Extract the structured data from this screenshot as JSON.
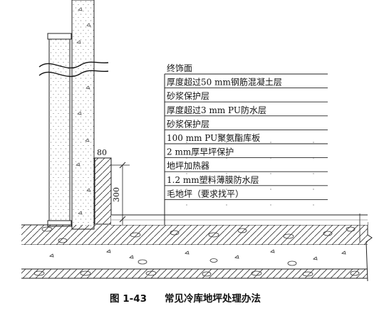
{
  "layers": [
    "终饰面",
    "厚度超过50 mm钢筋混凝土层",
    "砂浆保护层",
    "厚度超过3 mm PU防水层",
    "砂浆保护层",
    "100 mm PU聚氨酯库板",
    "2 mm厚早坪保护",
    "地坪加热器",
    "1.2 mm塑料薄膜防水层",
    "毛地坪（要求找平）"
  ],
  "dimensions": {
    "curb_width": "80",
    "curb_height": "300"
  },
  "caption": {
    "number": "图 1-43",
    "title": "常见冷库地坪处理办法"
  }
}
